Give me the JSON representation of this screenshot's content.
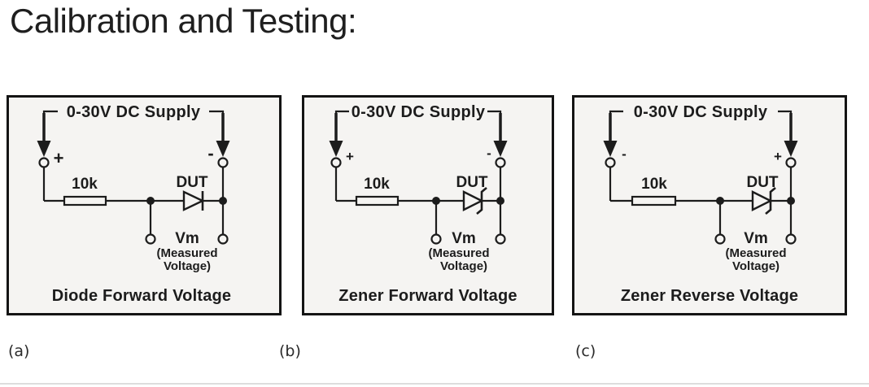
{
  "page": {
    "title": "Calibration and Testing:"
  },
  "figures": [
    {
      "index_label": "(a)",
      "supply_label": "0-30V DC Supply",
      "left_polarity": "+",
      "right_polarity": "-",
      "resistor_label": "10k",
      "dut_label": "DUT",
      "dut_type": "diode",
      "vm_label": "Vm",
      "measured_line1": "(Measured",
      "measured_line2": "Voltage)",
      "caption": "Diode Forward Voltage"
    },
    {
      "index_label": "(b)",
      "supply_label": "0-30V DC Supply",
      "left_polarity": "+",
      "right_polarity": "-",
      "resistor_label": "10k",
      "dut_label": "DUT",
      "dut_type": "zener",
      "vm_label": "Vm",
      "measured_line1": "(Measured",
      "measured_line2": "Voltage)",
      "caption": "Zener Forward Voltage"
    },
    {
      "index_label": "(c)",
      "supply_label": "0-30V DC Supply",
      "left_polarity": "-",
      "right_polarity": "+",
      "resistor_label": "10k",
      "dut_label": "DUT",
      "dut_type": "zener",
      "vm_label": "Vm",
      "measured_line1": "(Measured",
      "measured_line2": "Voltage)",
      "caption": "Zener Reverse Voltage"
    }
  ],
  "colors": {
    "line": "#1c1c1c",
    "box_border": "#141414",
    "box_background": "#f5f4f2",
    "heading_text": "#1f1f1f",
    "page_background": "#ffffff"
  }
}
